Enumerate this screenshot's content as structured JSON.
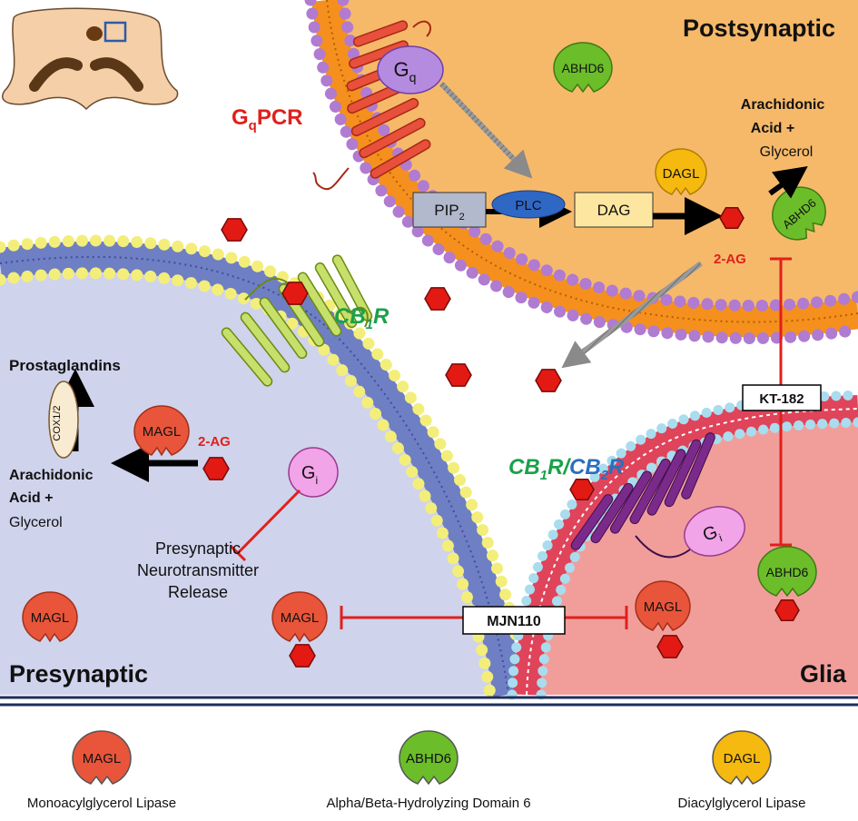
{
  "regions": {
    "postsynaptic": "Postsynaptic",
    "presynaptic": "Presynaptic",
    "glia": "Glia"
  },
  "receptors": {
    "gqpcr_main": "G",
    "gqpcr_sub": "q",
    "gqpcr_tail": "PCR",
    "cb1r_main": "CB",
    "cb1r_sub": "1",
    "cb1r_tail": "R",
    "cb1r_glia_main": "CB",
    "cb1r_glia_sub": "1",
    "cb1r_glia_tail": "R/",
    "cb2r_glia_main": "CB",
    "cb2r_glia_sub": "2",
    "cb2r_glia_tail": "R"
  },
  "proteins": {
    "gq_main": "G",
    "gq_sub": "q",
    "gi_main": "G",
    "gi_sub": "i",
    "plc": "PLC",
    "pip2_main": "PIP",
    "pip2_sub": "2",
    "dag": "DAG",
    "dagl": "DAGL",
    "abhd6": "ABHD6",
    "magl": "MAGL",
    "cox": "COX1/2"
  },
  "molecules": {
    "two_ag": "2-AG",
    "arachidonic_line1": "Arachidonic",
    "arachidonic_line2": "Acid +",
    "glycerol": "Glycerol",
    "prostaglandins": "Prostaglandins"
  },
  "labels": {
    "presyn_release_1": "Presynaptic",
    "presyn_release_2": "Neurotransmitter",
    "presyn_release_3": "Release"
  },
  "inhibitors": {
    "kt182": "KT-182",
    "mjn110": "MJN110"
  },
  "legend": [
    {
      "abbr": "MAGL",
      "name": "Monoacylglycerol Lipase",
      "color": "#e8553a"
    },
    {
      "abbr": "ABHD6",
      "name": "Alpha/Beta-Hydrolyzing Domain 6",
      "color": "#6cbd2a"
    },
    {
      "abbr": "DAGL",
      "name": "Diacylglycerol Lipase",
      "color": "#f5b90f"
    }
  ],
  "colors": {
    "postsynaptic_fill": "#f6b96a",
    "presynaptic_fill": "#cfd3ec",
    "glia_fill": "#f19e9b",
    "inhibition": "#e0201c",
    "hexagon": "#e31a14",
    "cb1_green": "#1aa14a",
    "cb2_blue": "#2a6fbf"
  }
}
